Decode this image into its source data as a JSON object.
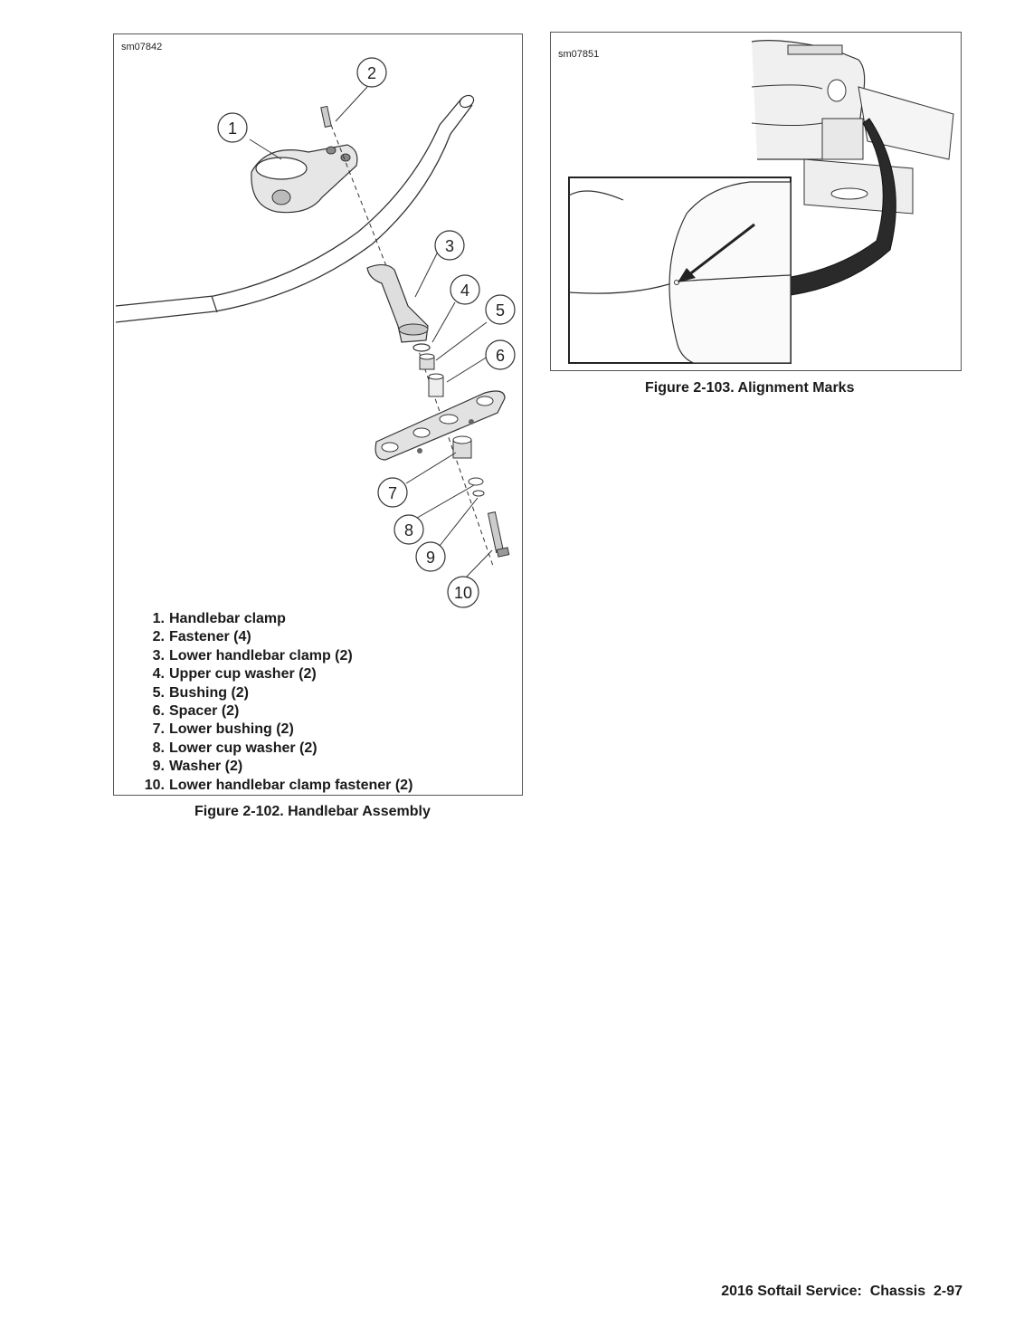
{
  "figure_102": {
    "id": "sm07842",
    "callouts": [
      "1",
      "2",
      "3",
      "4",
      "5",
      "6",
      "7",
      "8",
      "9",
      "10"
    ],
    "legend": [
      {
        "num": "1.",
        "text": "Handlebar clamp"
      },
      {
        "num": "2.",
        "text": "Fastener (4)"
      },
      {
        "num": "3.",
        "text": "Lower handlebar clamp (2)"
      },
      {
        "num": "4.",
        "text": "Upper cup washer (2)"
      },
      {
        "num": "5.",
        "text": "Bushing (2)"
      },
      {
        "num": "6.",
        "text": "Spacer (2)"
      },
      {
        "num": "7.",
        "text": "Lower bushing (2)"
      },
      {
        "num": "8.",
        "text": "Lower cup washer (2)"
      },
      {
        "num": "9.",
        "text": "Washer (2)"
      },
      {
        "num": "10.",
        "text": "Lower handlebar clamp fastener (2)"
      }
    ],
    "caption": "Figure 2-102. Handlebar Assembly"
  },
  "figure_103": {
    "id": "sm07851",
    "caption": "Figure 2-103. Alignment Marks"
  },
  "footer": "2016 Softail Service:  Chassis  2-97"
}
